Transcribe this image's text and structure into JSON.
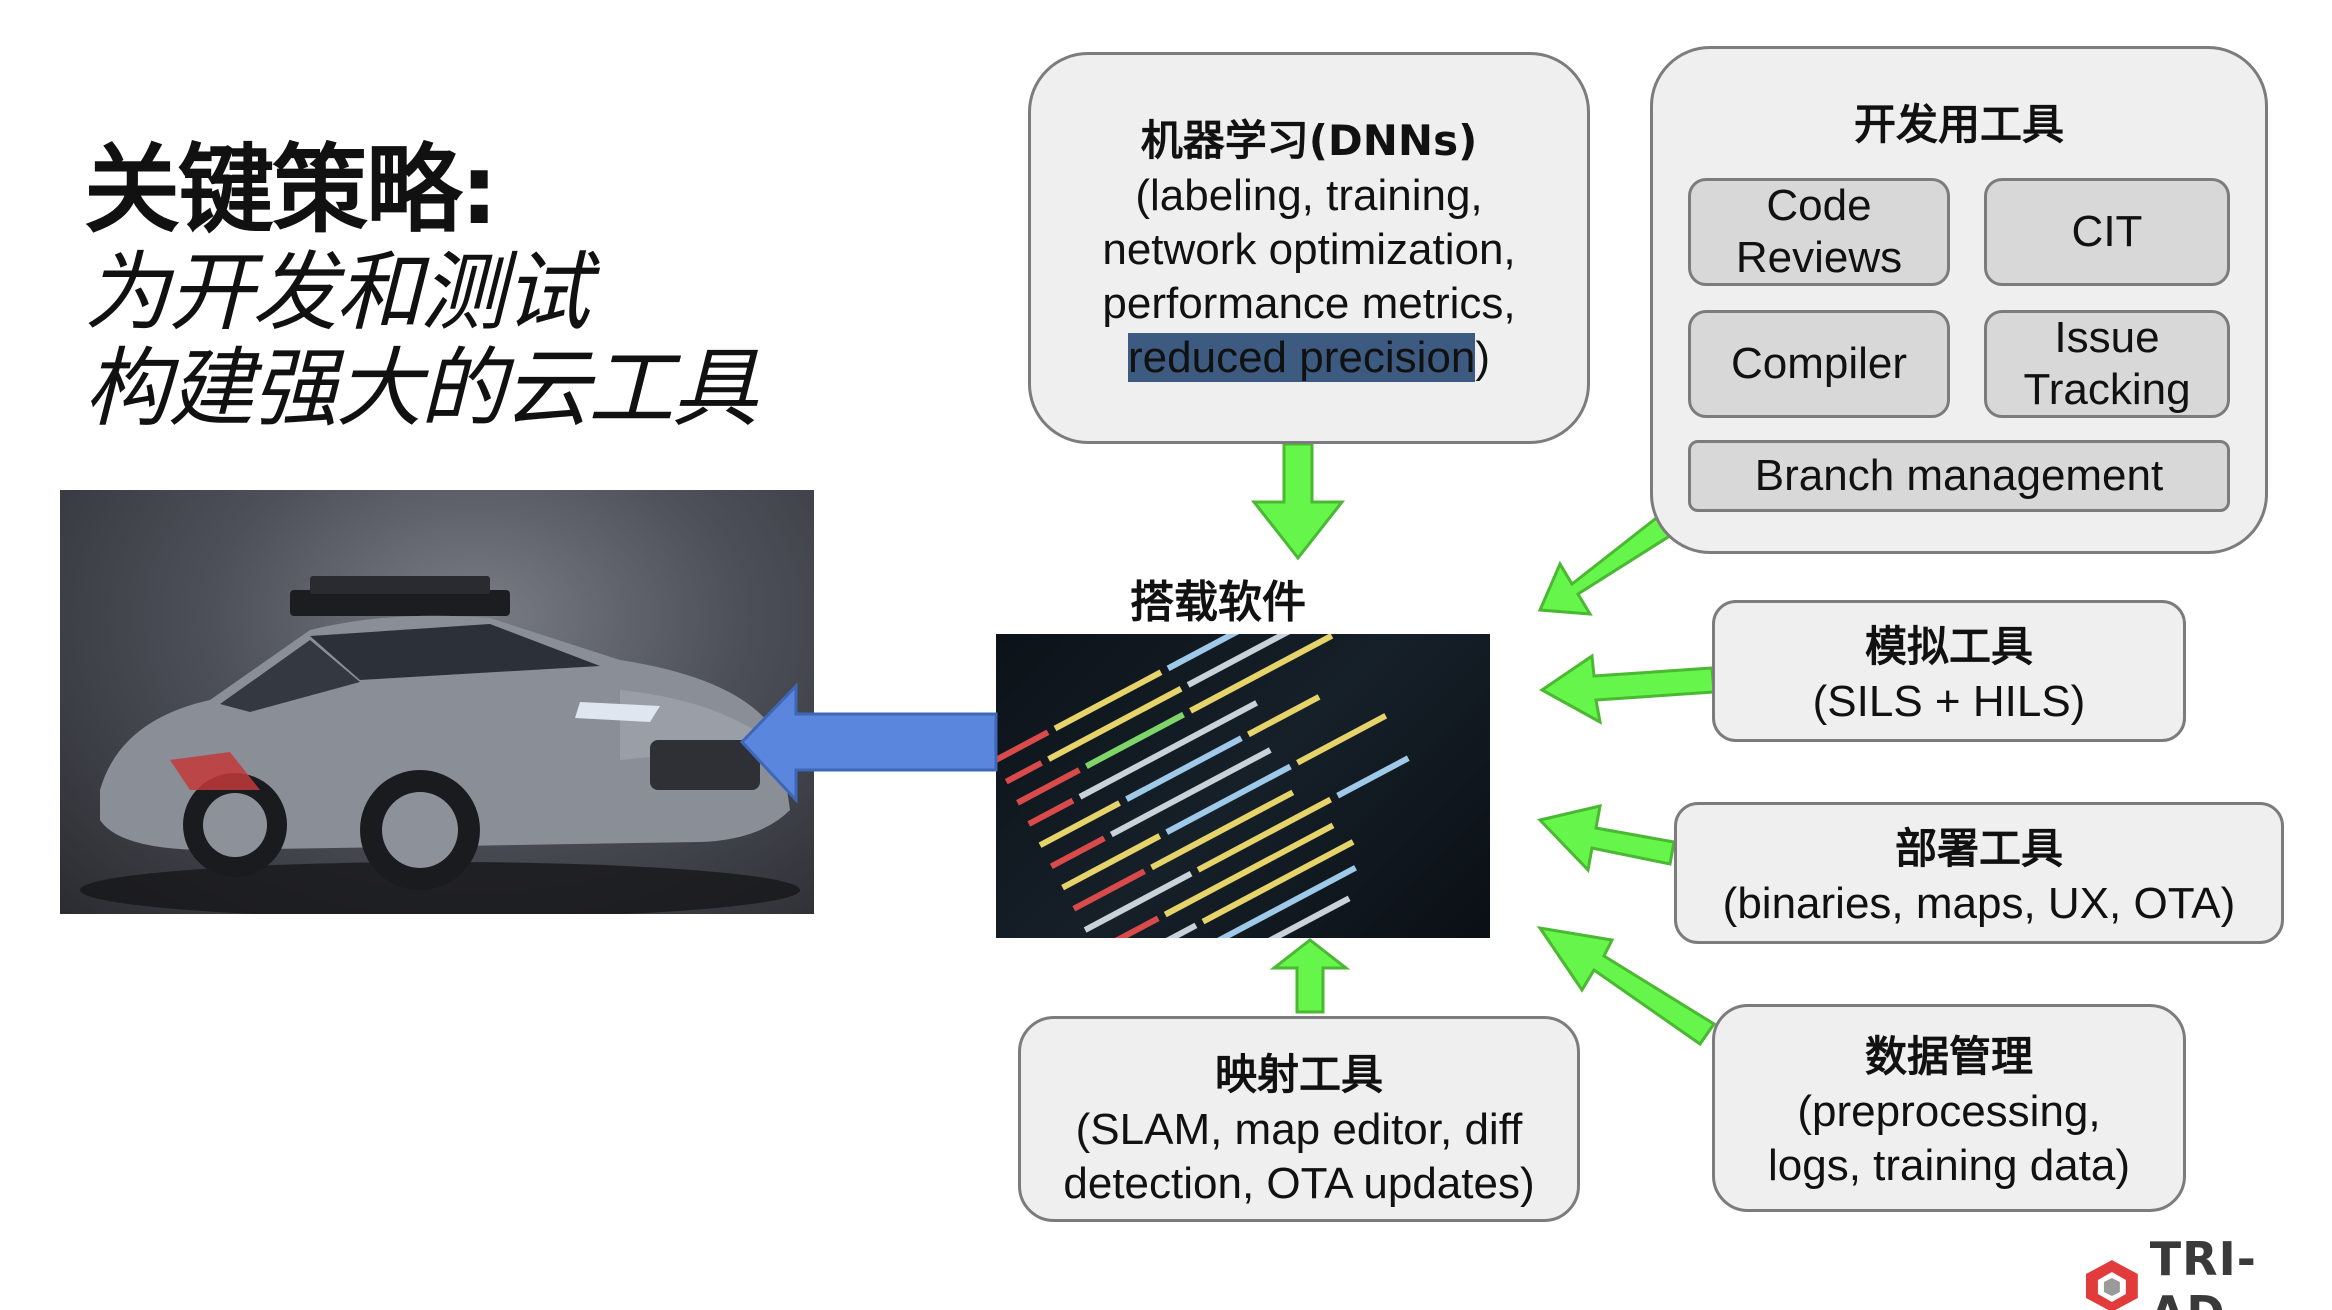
{
  "title": {
    "main": "关键策略:",
    "sub_line1": "为开发和测试",
    "sub_line2": "构建强大的云工具"
  },
  "center": {
    "label": "搭载软件"
  },
  "ml_box": {
    "heading": "机器学习(DNNs)",
    "line1": "(labeling, training,",
    "line2": "network optimization,",
    "line3": "performance metrics,",
    "line4_highlight": "reduced precision",
    "line4_tail": ")"
  },
  "dev_tools": {
    "heading": "开发用工具",
    "code_reviews_l1": "Code",
    "code_reviews_l2": "Reviews",
    "cit": "CIT",
    "compiler": "Compiler",
    "issue_l1": "Issue",
    "issue_l2": "Tracking",
    "branch": "Branch management"
  },
  "sim_box": {
    "heading": "模拟工具",
    "line1": "(SILS + HILS)"
  },
  "deploy_box": {
    "heading": "部署工具",
    "line1": "(binaries, maps, UX, OTA)"
  },
  "map_box": {
    "heading": "映射工具",
    "line1": "(SLAM, map editor, diff",
    "line2": "detection, OTA updates)"
  },
  "data_box": {
    "heading": "数据管理",
    "line1": "(preprocessing,",
    "line2": "logs, training data)"
  },
  "logo": {
    "text": "TRI-AD"
  },
  "colors": {
    "green_arrow": "#66f54a",
    "blue_arrow": "#5b86dd",
    "box_fill": "#efefef",
    "tool_fill": "#d8d8d8",
    "highlight": "#3d5a80"
  }
}
